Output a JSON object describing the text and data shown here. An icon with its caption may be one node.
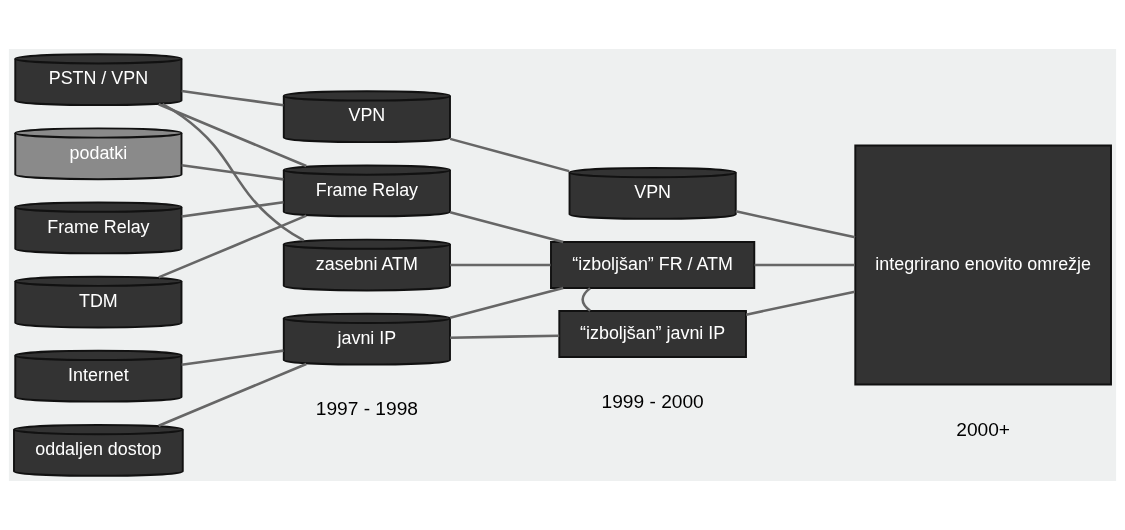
{
  "diagram": {
    "nodes": [
      {
        "text": [
          "PSTN / VPN"
        ]
      },
      {
        "text": [
          "podatki"
        ]
      },
      {
        "text": [
          "Frame Relay"
        ]
      },
      {
        "text": [
          "TDM"
        ]
      },
      {
        "text": [
          "Internet"
        ]
      },
      {
        "text": [
          "oddaljen dostop"
        ]
      },
      {
        "text": [
          "VPN"
        ]
      },
      {
        "text": [
          "Frame Relay"
        ]
      },
      {
        "text": [
          "zasebni ATM"
        ]
      },
      {
        "text": [
          "javni IP"
        ]
      },
      {
        "text": [
          "VPN"
        ]
      },
      {
        "text": [
          "“izboljšan” FR / ATM"
        ]
      },
      {
        "text": [
          "“izboljšan” javni IP"
        ]
      },
      {
        "text": [
          "integrirano enovito omrežje"
        ]
      }
    ],
    "edges": [
      {
        "from": 0,
        "to": 6,
        "arrow": "none"
      },
      {
        "from": 0,
        "to": 7,
        "arrow": "none"
      },
      {
        "from": 0,
        "to": 8,
        "arrow": "none"
      },
      {
        "from": 1,
        "to": 7,
        "arrow": "none"
      },
      {
        "from": 2,
        "to": 7,
        "arrow": "none"
      },
      {
        "from": 3,
        "to": 7,
        "arrow": "none"
      },
      {
        "from": 4,
        "to": 9,
        "arrow": "none"
      },
      {
        "from": 5,
        "to": 9,
        "arrow": "none"
      },
      {
        "from": 6,
        "to": 10,
        "arrow": "none"
      },
      {
        "from": 7,
        "to": 11,
        "arrow": "none"
      },
      {
        "from": 8,
        "to": 11,
        "arrow": "none"
      },
      {
        "from": 9,
        "to": 11,
        "arrow": "none"
      },
      {
        "from": 9,
        "to": 12,
        "arrow": "none"
      },
      {
        "from": 11,
        "to": 12,
        "arrow": "none"
      },
      {
        "from": 10,
        "to": 13,
        "arrow": "none"
      },
      {
        "from": 11,
        "to": 13,
        "arrow": "none"
      },
      {
        "from": 12,
        "to": 13,
        "arrow": "none"
      }
    ],
    "labels": [
      "1997 - 1998",
      "1999 - 2000",
      "2000+"
    ]
  }
}
